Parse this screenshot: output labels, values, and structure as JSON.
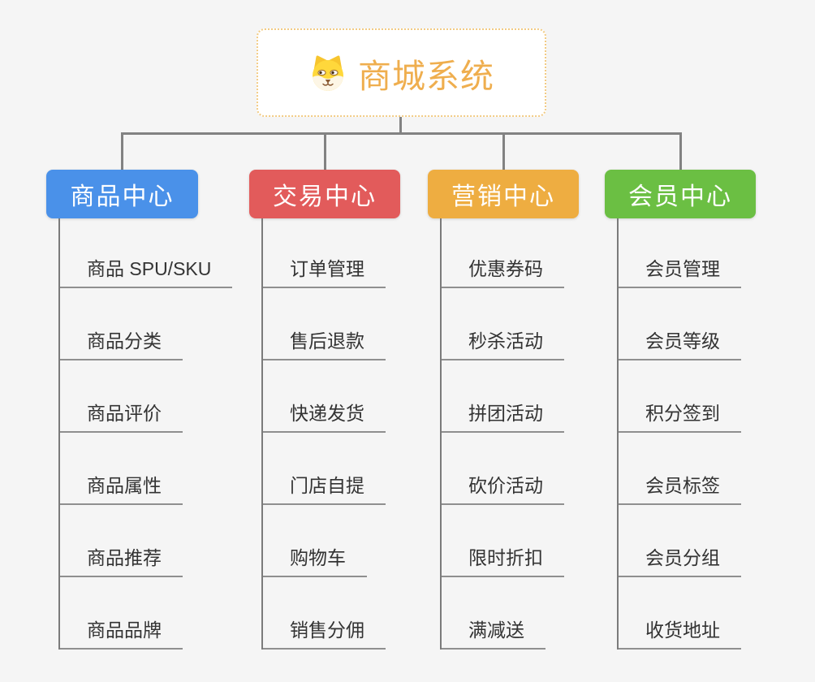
{
  "page": {
    "background": "#F5F5F5",
    "connector_color": "#828282",
    "underline_color": "#8F8F8F",
    "child_text_color": "#333333"
  },
  "root": {
    "title": "商城系统",
    "icon": "dog-face-icon",
    "text_color": "#EFAE4E",
    "border_color": "#F2CB84",
    "background": "#FFFFFF"
  },
  "branches": [
    {
      "label": "商品中心",
      "color": "#4A91E9",
      "children": [
        "商品 SPU/SKU",
        "商品分类",
        "商品评价",
        "商品属性",
        "商品推荐",
        "商品品牌"
      ]
    },
    {
      "label": "交易中心",
      "color": "#E25B5B",
      "children": [
        "订单管理",
        "售后退款",
        "快递发货",
        "门店自提",
        "购物车",
        "销售分佣"
      ]
    },
    {
      "label": "营销中心",
      "color": "#EEAD41",
      "children": [
        "优惠券码",
        "秒杀活动",
        "拼团活动",
        "砍价活动",
        "限时折扣",
        "满减送"
      ]
    },
    {
      "label": "会员中心",
      "color": "#6BBF43",
      "children": [
        "会员管理",
        "会员等级",
        "积分签到",
        "会员标签",
        "会员分组",
        "收货地址"
      ]
    }
  ]
}
